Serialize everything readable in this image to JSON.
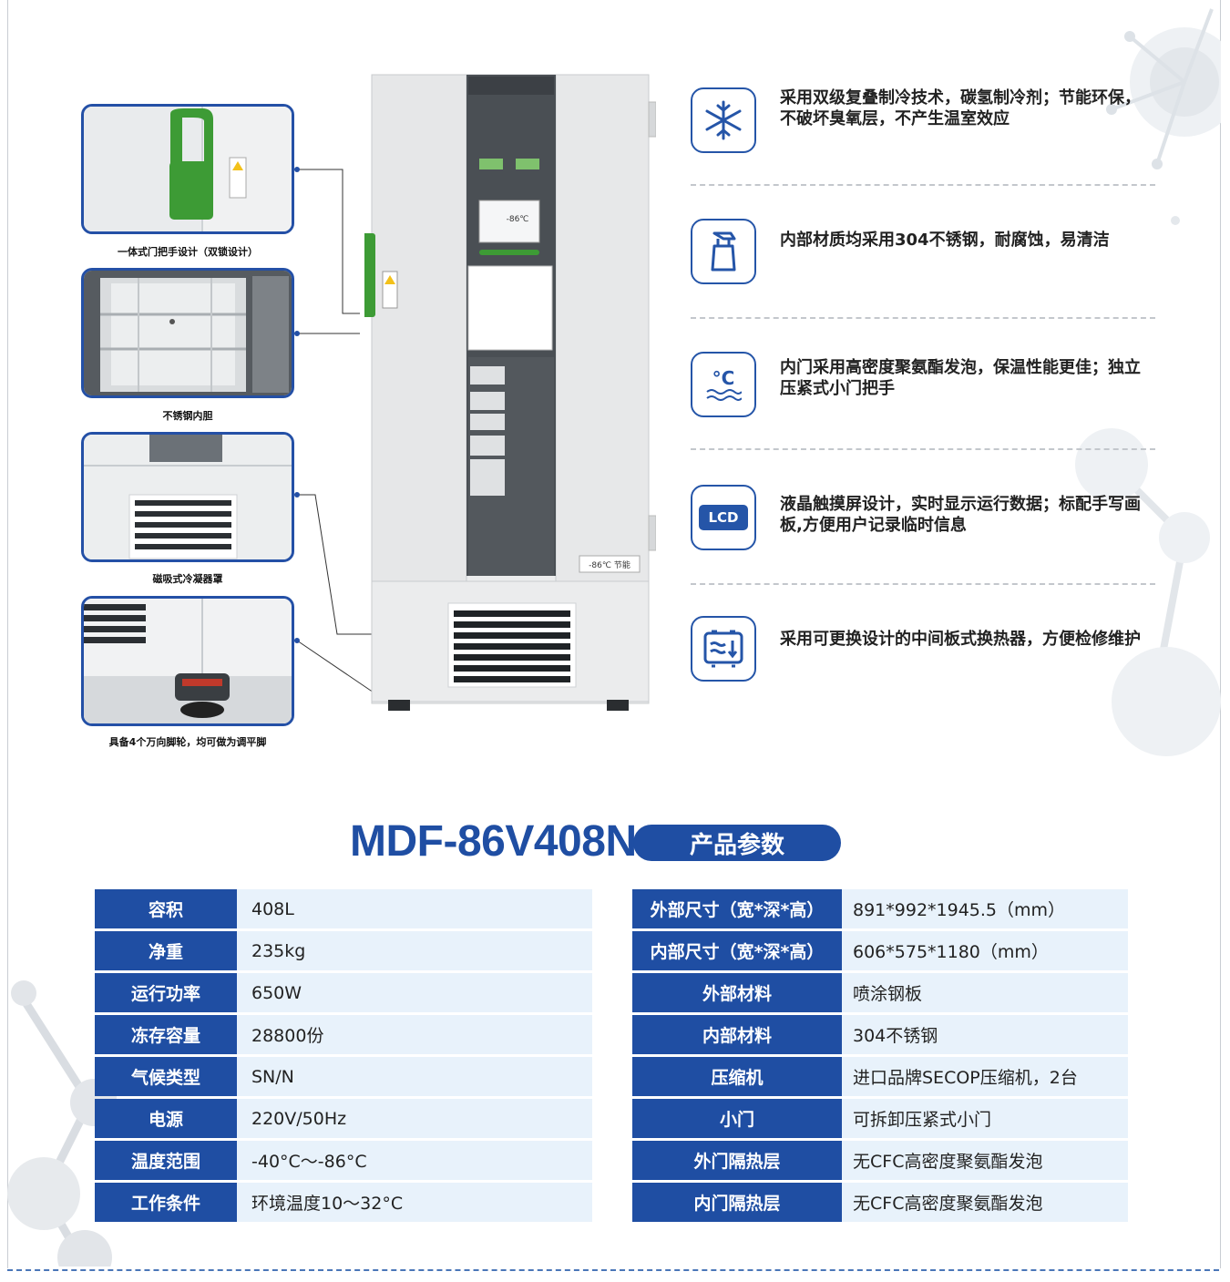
{
  "features": [
    {
      "icon": "snowflake-icon",
      "text": "采用双级复叠制冷技术，碳氢制冷剂；节能环保，不破坏臭氧层，不产生温室效应"
    },
    {
      "icon": "spray-bottle-icon",
      "text": "内部材质均采用304不锈钢，耐腐蚀，易清洁"
    },
    {
      "icon": "temperature-insulation-icon",
      "text": "内门采用高密度聚氨酯发泡，保温性能更佳；独立压紧式小门把手",
      "icon_text": "°C"
    },
    {
      "icon": "lcd-icon",
      "text": "液晶触摸屏设计，实时显示运行数据；标配手写画板,方便用户记录临时信息",
      "icon_text": "LCD"
    },
    {
      "icon": "heat-exchanger-icon",
      "text": "采用可更换设计的中间板式换热器，方便检修维护"
    }
  ],
  "thumbnails": [
    {
      "caption": "一体式门把手设计（双锁设计）"
    },
    {
      "caption": "不锈钢内胆"
    },
    {
      "caption": "磁吸式冷凝器罩"
    },
    {
      "caption": "具备4个万向脚轮，均可做为调平脚"
    }
  ],
  "freezer": {
    "display_text": "-86℃",
    "label_text": "-86℃ 节能"
  },
  "title": {
    "model": "MDF-86V408N",
    "badge": "产品参数"
  },
  "specs_left": [
    {
      "key": "容积",
      "value": "408L"
    },
    {
      "key": "净重",
      "value": "235kg"
    },
    {
      "key": "运行功率",
      "value": "650W"
    },
    {
      "key": "冻存容量",
      "value": "28800份"
    },
    {
      "key": "气候类型",
      "value": "SN/N"
    },
    {
      "key": "电源",
      "value": "220V/50Hz"
    },
    {
      "key": "温度范围",
      "value": "-40°C～-86°C"
    },
    {
      "key": "工作条件",
      "value": "环境温度10～32°C"
    }
  ],
  "specs_right": [
    {
      "key": "外部尺寸（宽*深*高）",
      "value": "891*992*1945.5（mm）"
    },
    {
      "key": "内部尺寸（宽*深*高）",
      "value": "606*575*1180（mm）"
    },
    {
      "key": "外部材料",
      "value": "喷涂钢板"
    },
    {
      "key": "内部材料",
      "value": "304不锈钢"
    },
    {
      "key": "压缩机",
      "value": "进口品牌SECOP压缩机，2台"
    },
    {
      "key": "小门",
      "value": "可拆卸压紧式小门"
    },
    {
      "key": "外门隔热层",
      "value": "无CFC高密度聚氨酯发泡"
    },
    {
      "key": "内门隔热层",
      "value": "无CFC高密度聚氨酯发泡"
    }
  ],
  "colors": {
    "brand_blue": "#1f4ea3",
    "cell_bg": "#e8f2fb",
    "handle_green": "#3d9b35"
  }
}
